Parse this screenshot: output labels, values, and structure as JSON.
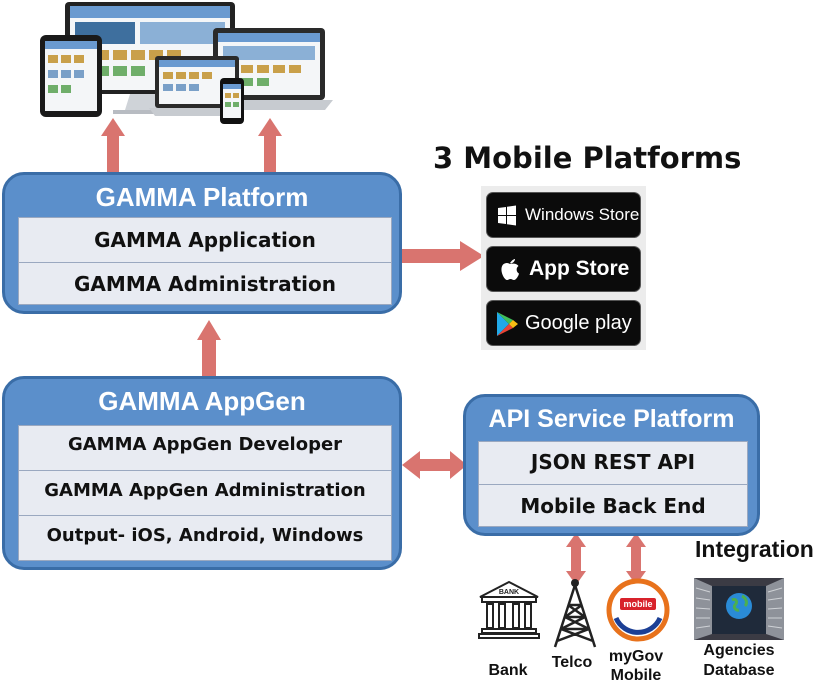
{
  "mobile_platforms_heading": "3 Mobile Platforms",
  "gamma_platform": {
    "title": "GAMMA Platform",
    "rows": [
      "GAMMA Application",
      "GAMMA Administration"
    ]
  },
  "gamma_appgen": {
    "title": "GAMMA AppGen",
    "rows": [
      "GAMMA AppGen Developer",
      "GAMMA AppGen Administration",
      "Output- iOS, Android, Windows"
    ]
  },
  "api_service": {
    "title": "API Service Platform",
    "rows": [
      "JSON REST API",
      "Mobile Back End"
    ]
  },
  "stores": {
    "windows": "Windows Store",
    "apple": "App Store",
    "google": "Google play"
  },
  "integration": {
    "heading": "Integration",
    "bank_sign": "BANK",
    "mygov_logo": "mobile",
    "items": {
      "bank": "Bank",
      "telco": "Telco",
      "mygov_line1": "myGov",
      "mygov_line2": "Mobile",
      "agencies_line1": "Agencies",
      "agencies_line2": "Database"
    }
  },
  "colors": {
    "panel_fill": "#5b8fcb",
    "panel_border": "#3a6da7",
    "row_fill": "#e8ebf2",
    "arrow": "#d9746f",
    "store_bg": "#0b0b0b"
  },
  "icons": [
    "devices-icon",
    "windows-logo-icon",
    "apple-logo-icon",
    "google-play-icon",
    "bank-icon",
    "telco-tower-icon",
    "mygov-mobile-icon",
    "database-server-icon"
  ]
}
